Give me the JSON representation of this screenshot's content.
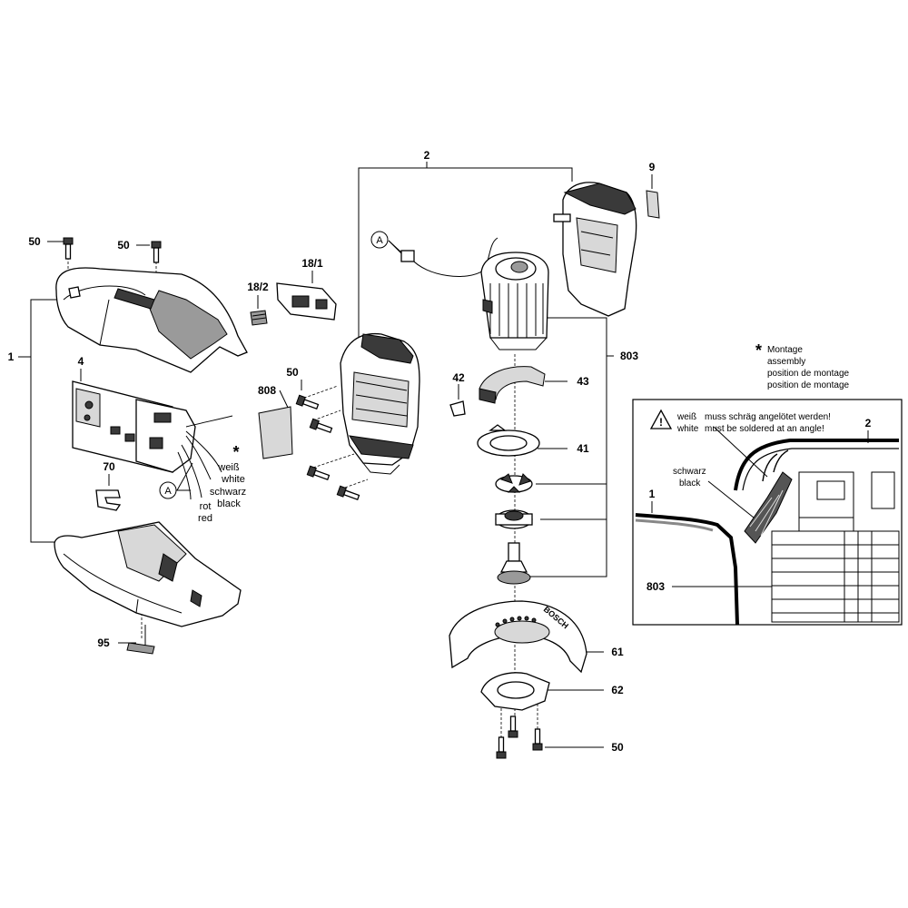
{
  "part_numbers": {
    "p2": "2",
    "p9": "9",
    "p50_a": "50",
    "p50_b": "50",
    "p18_1": "18/1",
    "p18_2": "18/2",
    "p1": "1",
    "p4": "4",
    "p50_c": "50",
    "p808": "808",
    "p803": "803",
    "p42": "42",
    "p43": "43",
    "p41": "41",
    "p70": "70",
    "p95": "95",
    "p61": "61",
    "p62": "62",
    "p50_d": "50"
  },
  "callout_a": "A",
  "wire_labels": {
    "star": "*",
    "weiss": "weiß",
    "white": "white",
    "schwarz": "schwarz",
    "black": "black",
    "rot": "rot",
    "red": "red"
  },
  "assembly_note": {
    "star": "*",
    "line1": "Montage",
    "line2": "assembly",
    "line3": "position de montage",
    "line4": "position de montage"
  },
  "detail": {
    "warning_de_left": "weiß",
    "warning_de_right": "muss schräg angelötet werden!",
    "warning_en_left": "white",
    "warning_en_right": "must be soldered at an angle!",
    "schwarz": "schwarz",
    "black": "black",
    "label_1": "1",
    "label_2": "2",
    "label_803": "803"
  },
  "brand_mark": "BOSCH"
}
